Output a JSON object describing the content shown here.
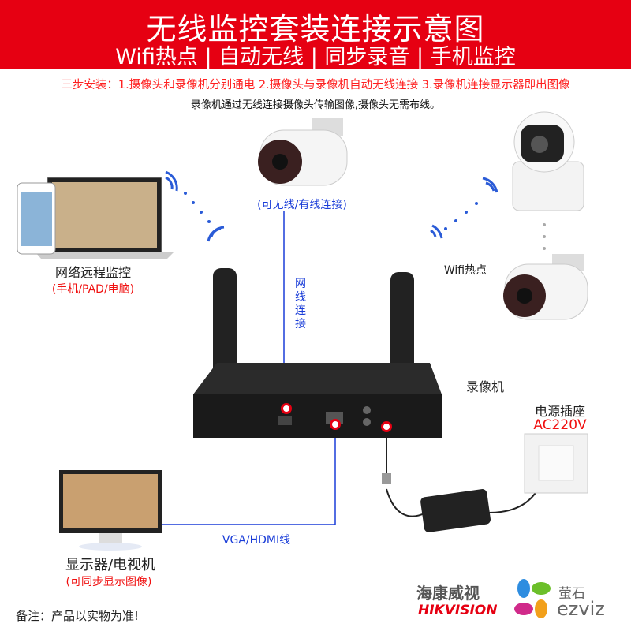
{
  "header": {
    "title": "无线监控套装连接示意图",
    "subtitle": "Wifi热点 | 自动无线 | 同步录音 | 手机监控"
  },
  "steps": "三步安装：1.摄像头和录像机分别通电 2.摄像头与录像机自动无线连接 3.录像机连接显示器即出图像",
  "note": "录像机通过无线连接摄像头传输图像,摄像头无需布线。",
  "camera_label": "(可无线/有线连接)",
  "remote": {
    "label": "网络远程监控",
    "sub": "(手机/PAD/电脑)"
  },
  "wifi_hotspot": "Wifi热点",
  "cable_label": "网线连接",
  "nvr_label": "录像机",
  "power": {
    "label": "电源插座",
    "voltage": "AC220V"
  },
  "vga_label": "VGA/HDMI线",
  "display": {
    "label": "显示器/电视机",
    "sub": "(可同步显示图像)"
  },
  "disclaimer": "备注：产品以实物为准!",
  "brands": {
    "hikvision_cn": "海康威视",
    "hikvision_en": "HIKVISION",
    "ezviz_cn": "萤石",
    "ezviz_en": "ezviz"
  },
  "colors": {
    "brand_red": "#e60012",
    "link_blue": "#1a3dd8"
  }
}
